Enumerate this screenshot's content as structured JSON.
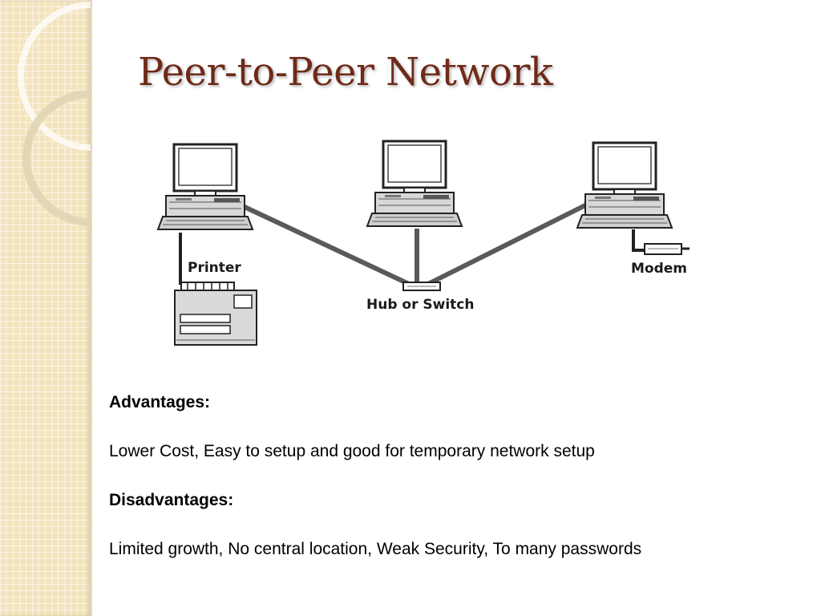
{
  "slide": {
    "title": "Peer-to-Peer Network"
  },
  "diagram": {
    "labels": {
      "printer": "Printer",
      "hub": "Hub or Switch",
      "modem": "Modem"
    }
  },
  "notes": {
    "advantages_heading": "Advantages:",
    "advantages_text": "Lower Cost, Easy to setup and good for temporary network setup",
    "disadvantages_heading": "Disadvantages:",
    "disadvantages_text": "Limited growth, No central location, Weak Security, To many passwords"
  },
  "colors": {
    "title": "#6e2a18",
    "side_band": "#f3e4bf"
  }
}
